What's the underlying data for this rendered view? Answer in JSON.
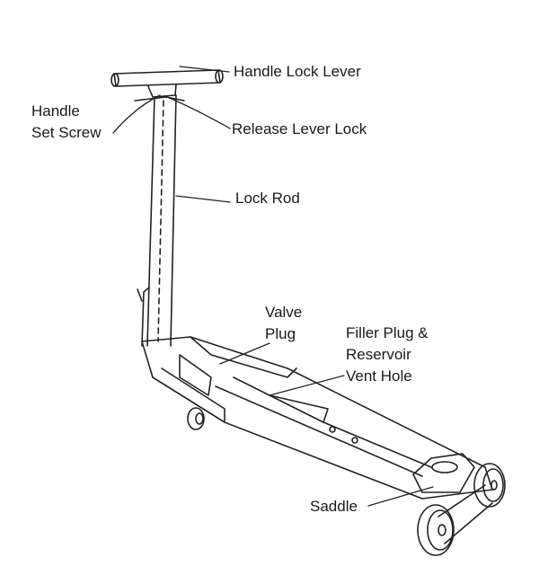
{
  "labels": {
    "handle_lock_lever": "Handle Lock Lever",
    "handle_set_screw_1": "Handle",
    "handle_set_screw_2": "Set Screw",
    "release_lever_lock": "Release Lever Lock",
    "lock_rod": "Lock Rod",
    "valve_plug_1": "Valve",
    "valve_plug_2": "Plug",
    "filler_plug_1": "Filler Plug &",
    "filler_plug_2": "Reservoir",
    "filler_plug_3": "Vent Hole",
    "saddle": "Saddle"
  }
}
